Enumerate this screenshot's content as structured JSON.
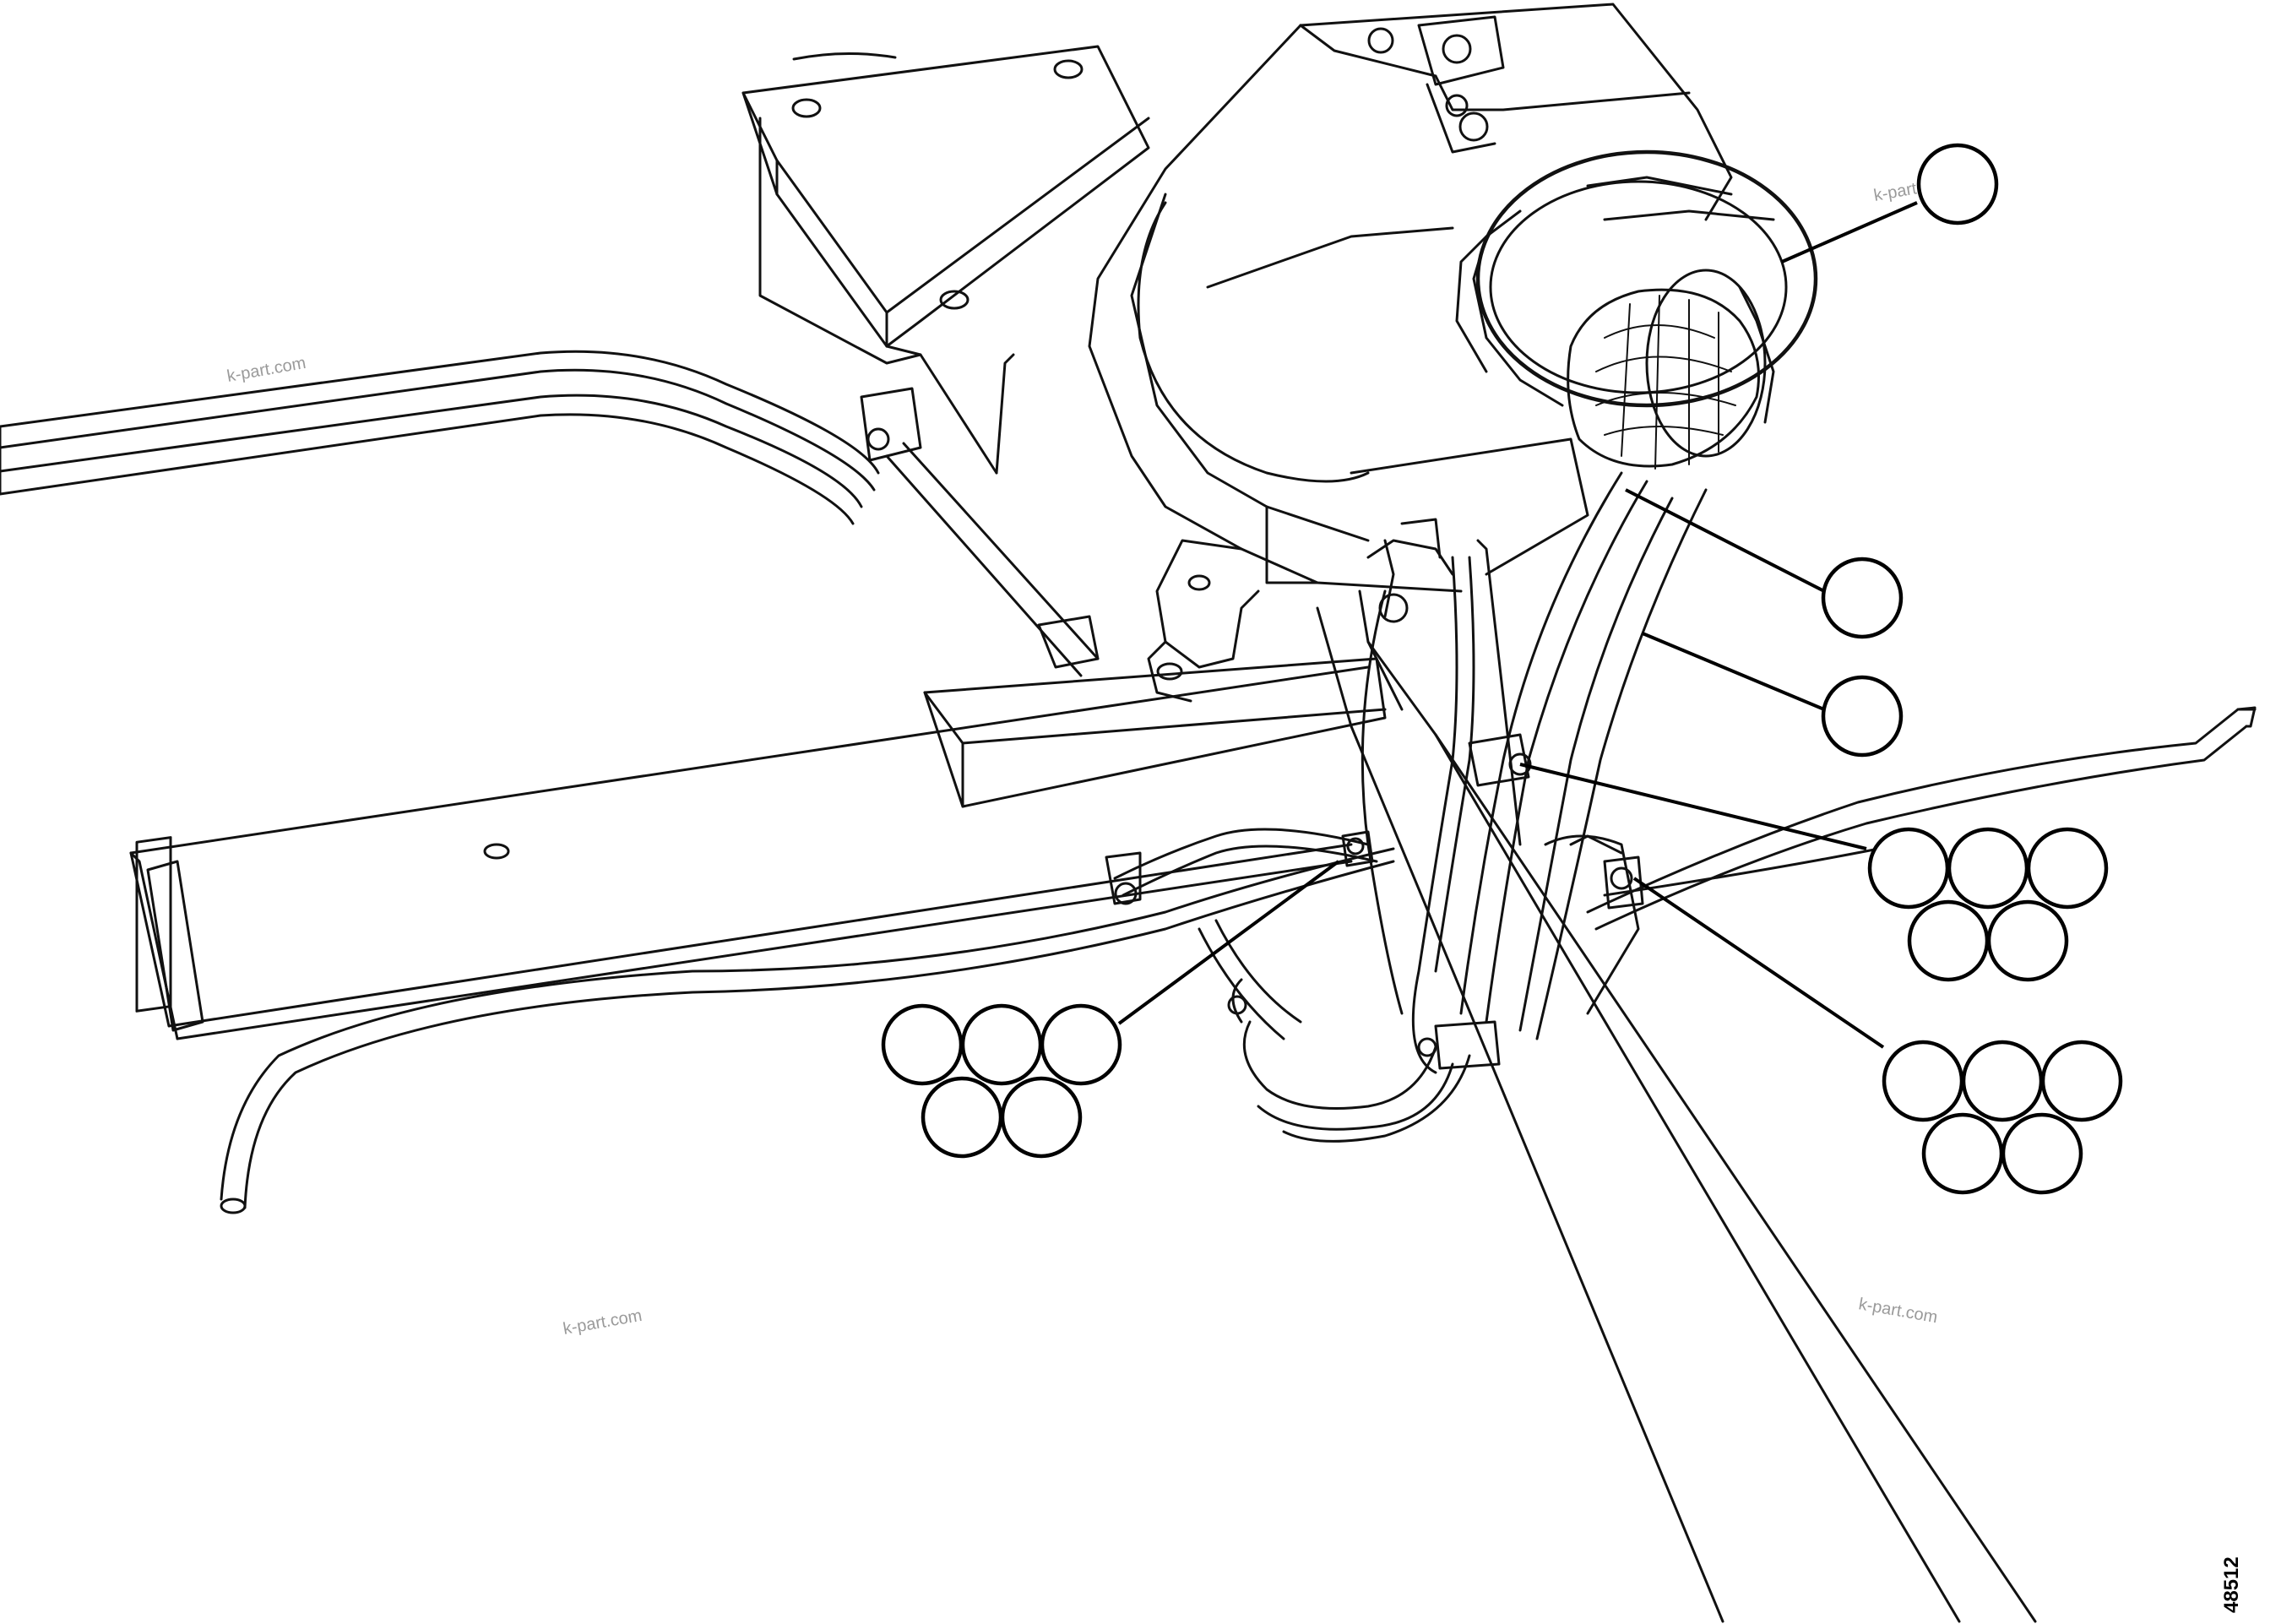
{
  "watermark": "k-part.com",
  "figure_number": "48512",
  "callout_groups": [
    {
      "id": "callout-1",
      "count": 1
    },
    {
      "id": "callout-2",
      "count": 1
    },
    {
      "id": "callout-3",
      "count": 1
    },
    {
      "id": "callout-4",
      "count": 5
    },
    {
      "id": "callout-5",
      "count": 5
    },
    {
      "id": "callout-6",
      "count": 5
    }
  ]
}
